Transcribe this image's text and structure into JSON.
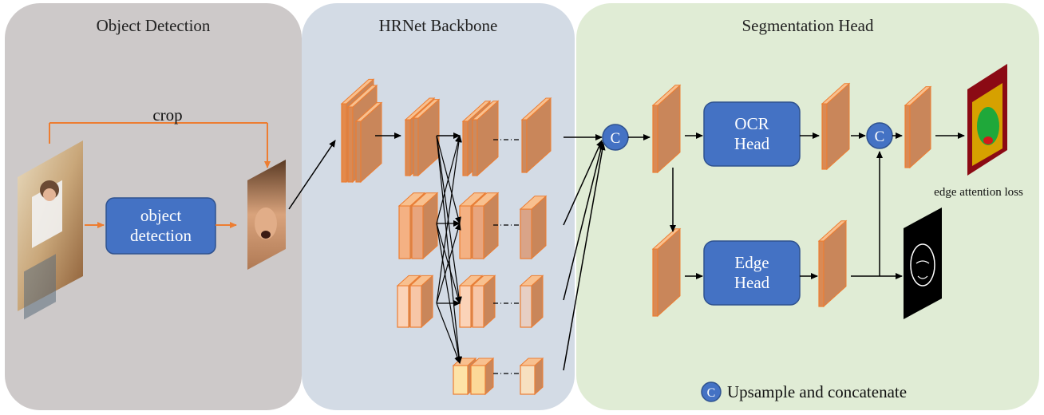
{
  "panels": {
    "object_detection": "Object Detection",
    "backbone": "HRNet Backbone",
    "segmentation": "Segmentation Head"
  },
  "labels": {
    "crop": "crop",
    "object_detection_box_line1": "object",
    "object_detection_box_line2": "detection",
    "ocr_head_line1": "OCR",
    "ocr_head_line2": "Head",
    "edge_head_line1": "Edge",
    "edge_head_line2": "Head",
    "concat_symbol": "C",
    "edge_attention_loss": "edge attention loss",
    "legend": "Upsample and concatenate"
  },
  "colors": {
    "box_blue": "#4472c4",
    "arrow_orange": "#ed7d31",
    "feature_orange": "#f4a460",
    "panel_gray": "#cdc9c9",
    "panel_blue": "#d3dbe5",
    "panel_green": "#e0ecd5"
  }
}
